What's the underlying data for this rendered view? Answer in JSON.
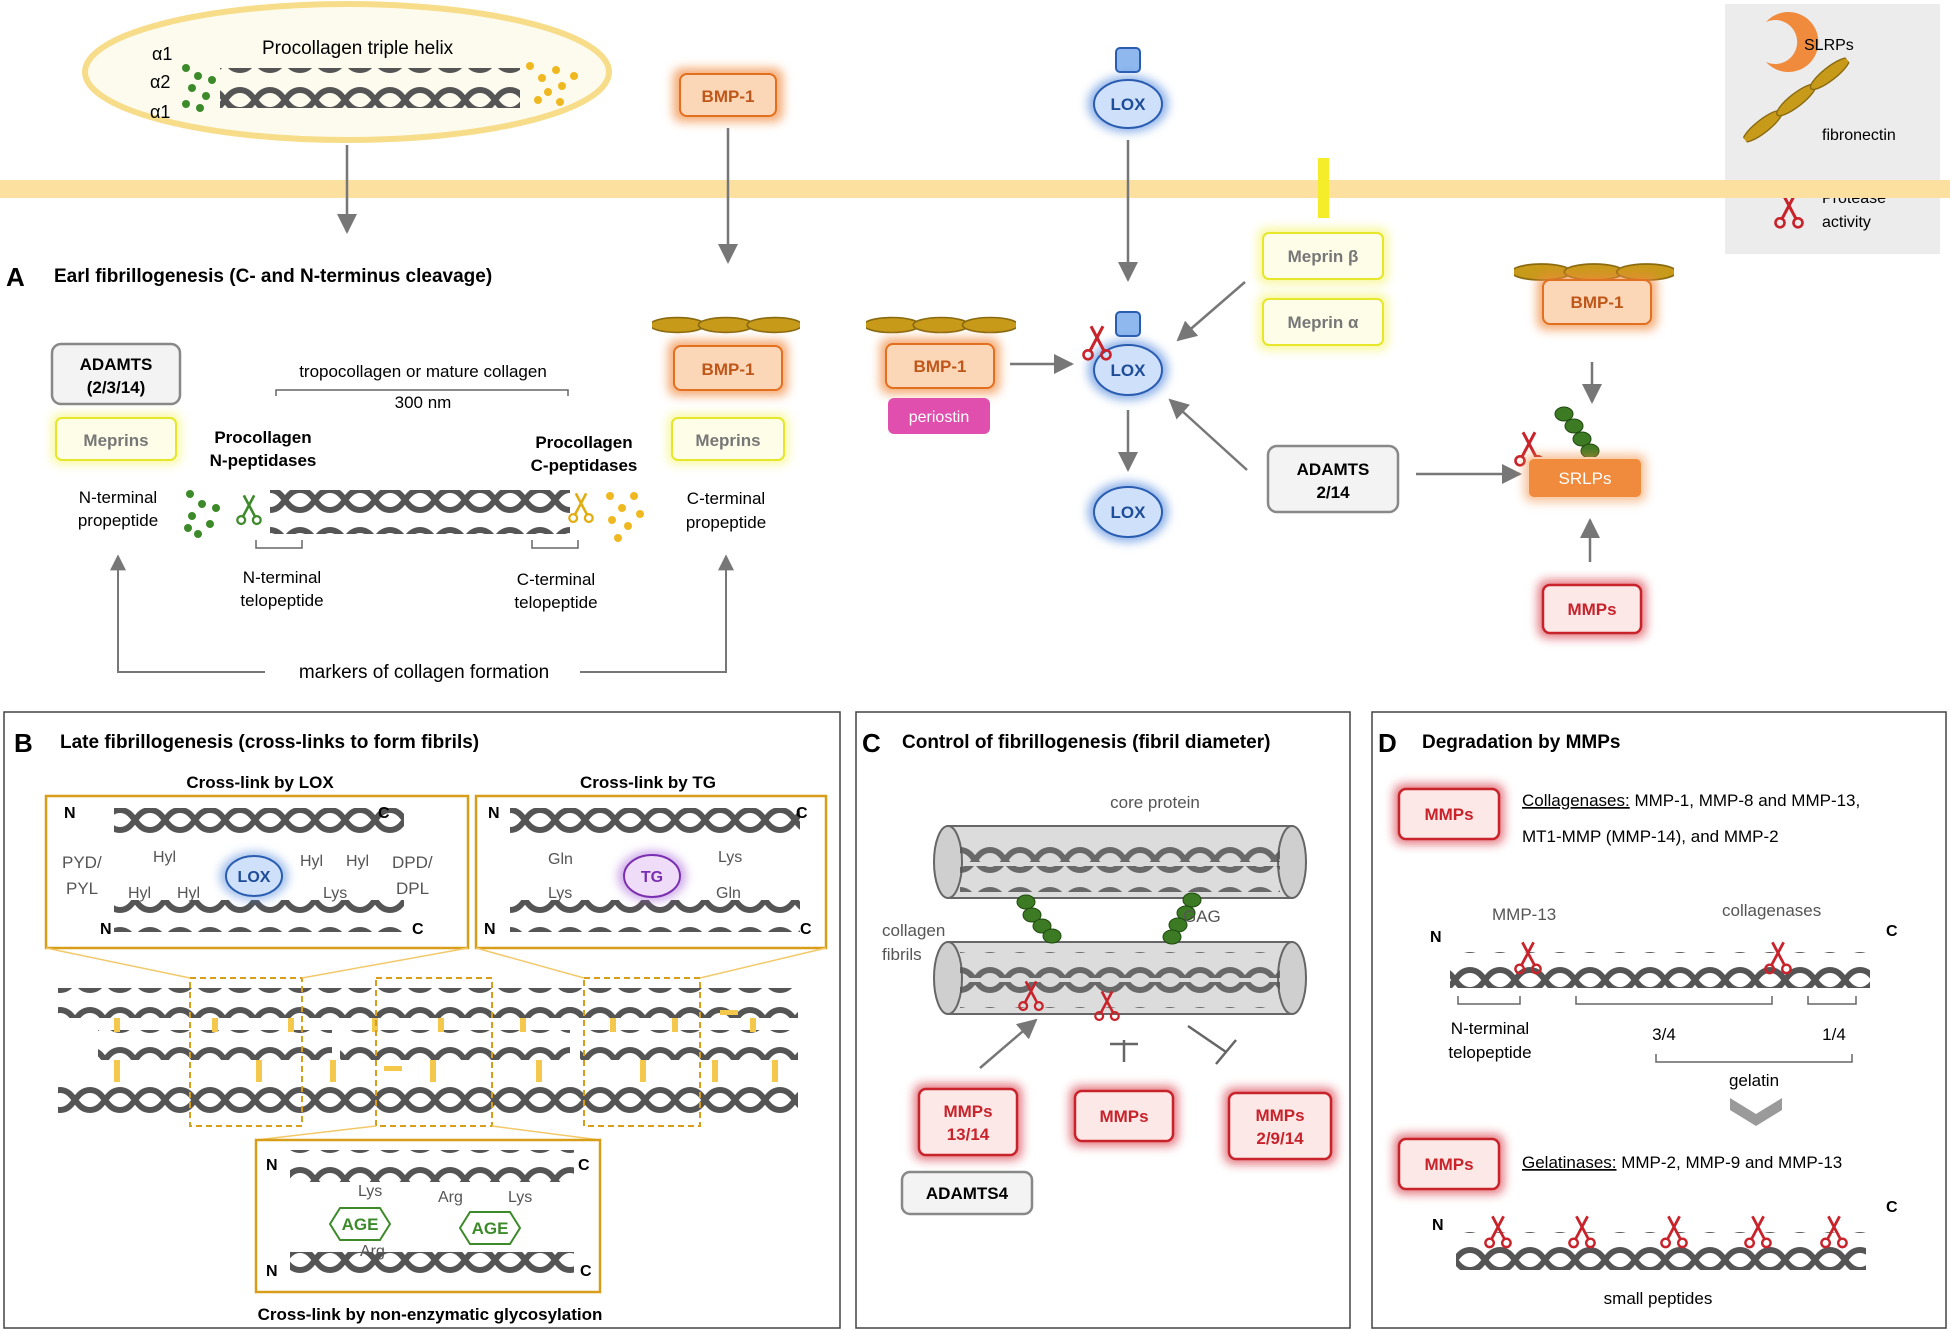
{
  "legend": {
    "slrps": "SLRPs",
    "fibronectin": "fibronectin",
    "protease_1": "Protease",
    "protease_2": "activity"
  },
  "top": {
    "procollagen_title": "Procollagen triple helix",
    "alpha1a": "α1",
    "alpha2": "α2",
    "alpha1b": "α1"
  },
  "labels": {
    "bmp1": "BMP-1",
    "lox": "LOX",
    "meprin_beta": "Meprin β",
    "meprin_alpha": "Meprin α",
    "periostin": "periostin",
    "adamts_2_14_1": "ADAMTS",
    "adamts_2_14_2": "2/14",
    "srlps": "SRLPs",
    "mmps": "MMPs"
  },
  "panelA": {
    "letter": "A",
    "title": "Earl fibrillogenesis (C- and N-terminus cleavage)",
    "adamts_1": "ADAMTS",
    "adamts_2": "(2/3/14)",
    "meprins": "Meprins",
    "tropocollagen": "tropocollagen or mature collagen",
    "length": "300 nm",
    "n_pept_1": "Procollagen",
    "n_pept_2": "N-peptidases",
    "c_pept_1": "Procollagen",
    "c_pept_2": "C-peptidases",
    "n_prop_1": "N-terminal",
    "n_prop_2": "propeptide",
    "c_prop_1": "C-terminal",
    "c_prop_2": "propeptide",
    "n_telo_1": "N-terminal",
    "n_telo_2": "telopeptide",
    "c_telo_1": "C-terminal",
    "c_telo_2": "telopeptide",
    "markers": "markers of collagen formation"
  },
  "panelB": {
    "letter": "B",
    "title": "Late fibrillogenesis (cross-links to form fibrils)",
    "lox_title": "Cross-link by LOX",
    "tg_title": "Cross-link by TG",
    "glyco_title": "Cross-link by non-enzymatic glycosylation",
    "n": "N",
    "c": "C",
    "pyd": "PYD/",
    "pyl": "PYL",
    "dpd": "DPD/",
    "dpl": "DPL",
    "hyl": "Hyl",
    "lys": "Lys",
    "gln": "Gln",
    "arg": "Arg",
    "lox": "LOX",
    "tg": "TG",
    "age": "AGE"
  },
  "panelC": {
    "letter": "C",
    "title": "Control of fibrillogenesis (fibril diameter)",
    "core_protein": "core protein",
    "gag": "GAG",
    "collagen_1": "collagen",
    "collagen_2": "fibrils",
    "mmps_a1": "MMPs",
    "mmps_a2": "13/14",
    "mmps_b": "MMPs",
    "mmps_c1": "MMPs",
    "mmps_c2": "2/9/14",
    "adamts4": "ADAMTS4"
  },
  "panelD": {
    "letter": "D",
    "title": "Degradation by MMPs",
    "mmps": "MMPs",
    "collagenases_u": "Collagenases:",
    "collagenases_1": " MMP-1, MMP-8 and MMP-13,",
    "collagenases_2": "MT1-MMP (MMP-14), and MMP-2",
    "mmp13": "MMP-13",
    "collagenases_lbl": "collagenases",
    "n": "N",
    "c": "C",
    "n_telo_1": "N-terminal",
    "n_telo_2": "telopeptide",
    "three_quarter": "3/4",
    "one_quarter": "1/4",
    "gelatin": "gelatin",
    "gelatinases_u": "Gelatinases:",
    "gelatinases_rest": " MMP-2, MMP-9 and MMP-13",
    "small_peptides": "small peptides"
  },
  "colors": {
    "membrane": "#fbe0a0",
    "orange_box": "#f08a3c",
    "lox_blue": "#3a79d8",
    "meprin_yellow": "#f3f35a",
    "mmp_red": "#d01e2a",
    "periostin": "#e04fae",
    "fibronectin": "#c79a1a",
    "helix": "#555555",
    "age_green": "#3d8a2a",
    "panel_border": "#d89e1a"
  }
}
